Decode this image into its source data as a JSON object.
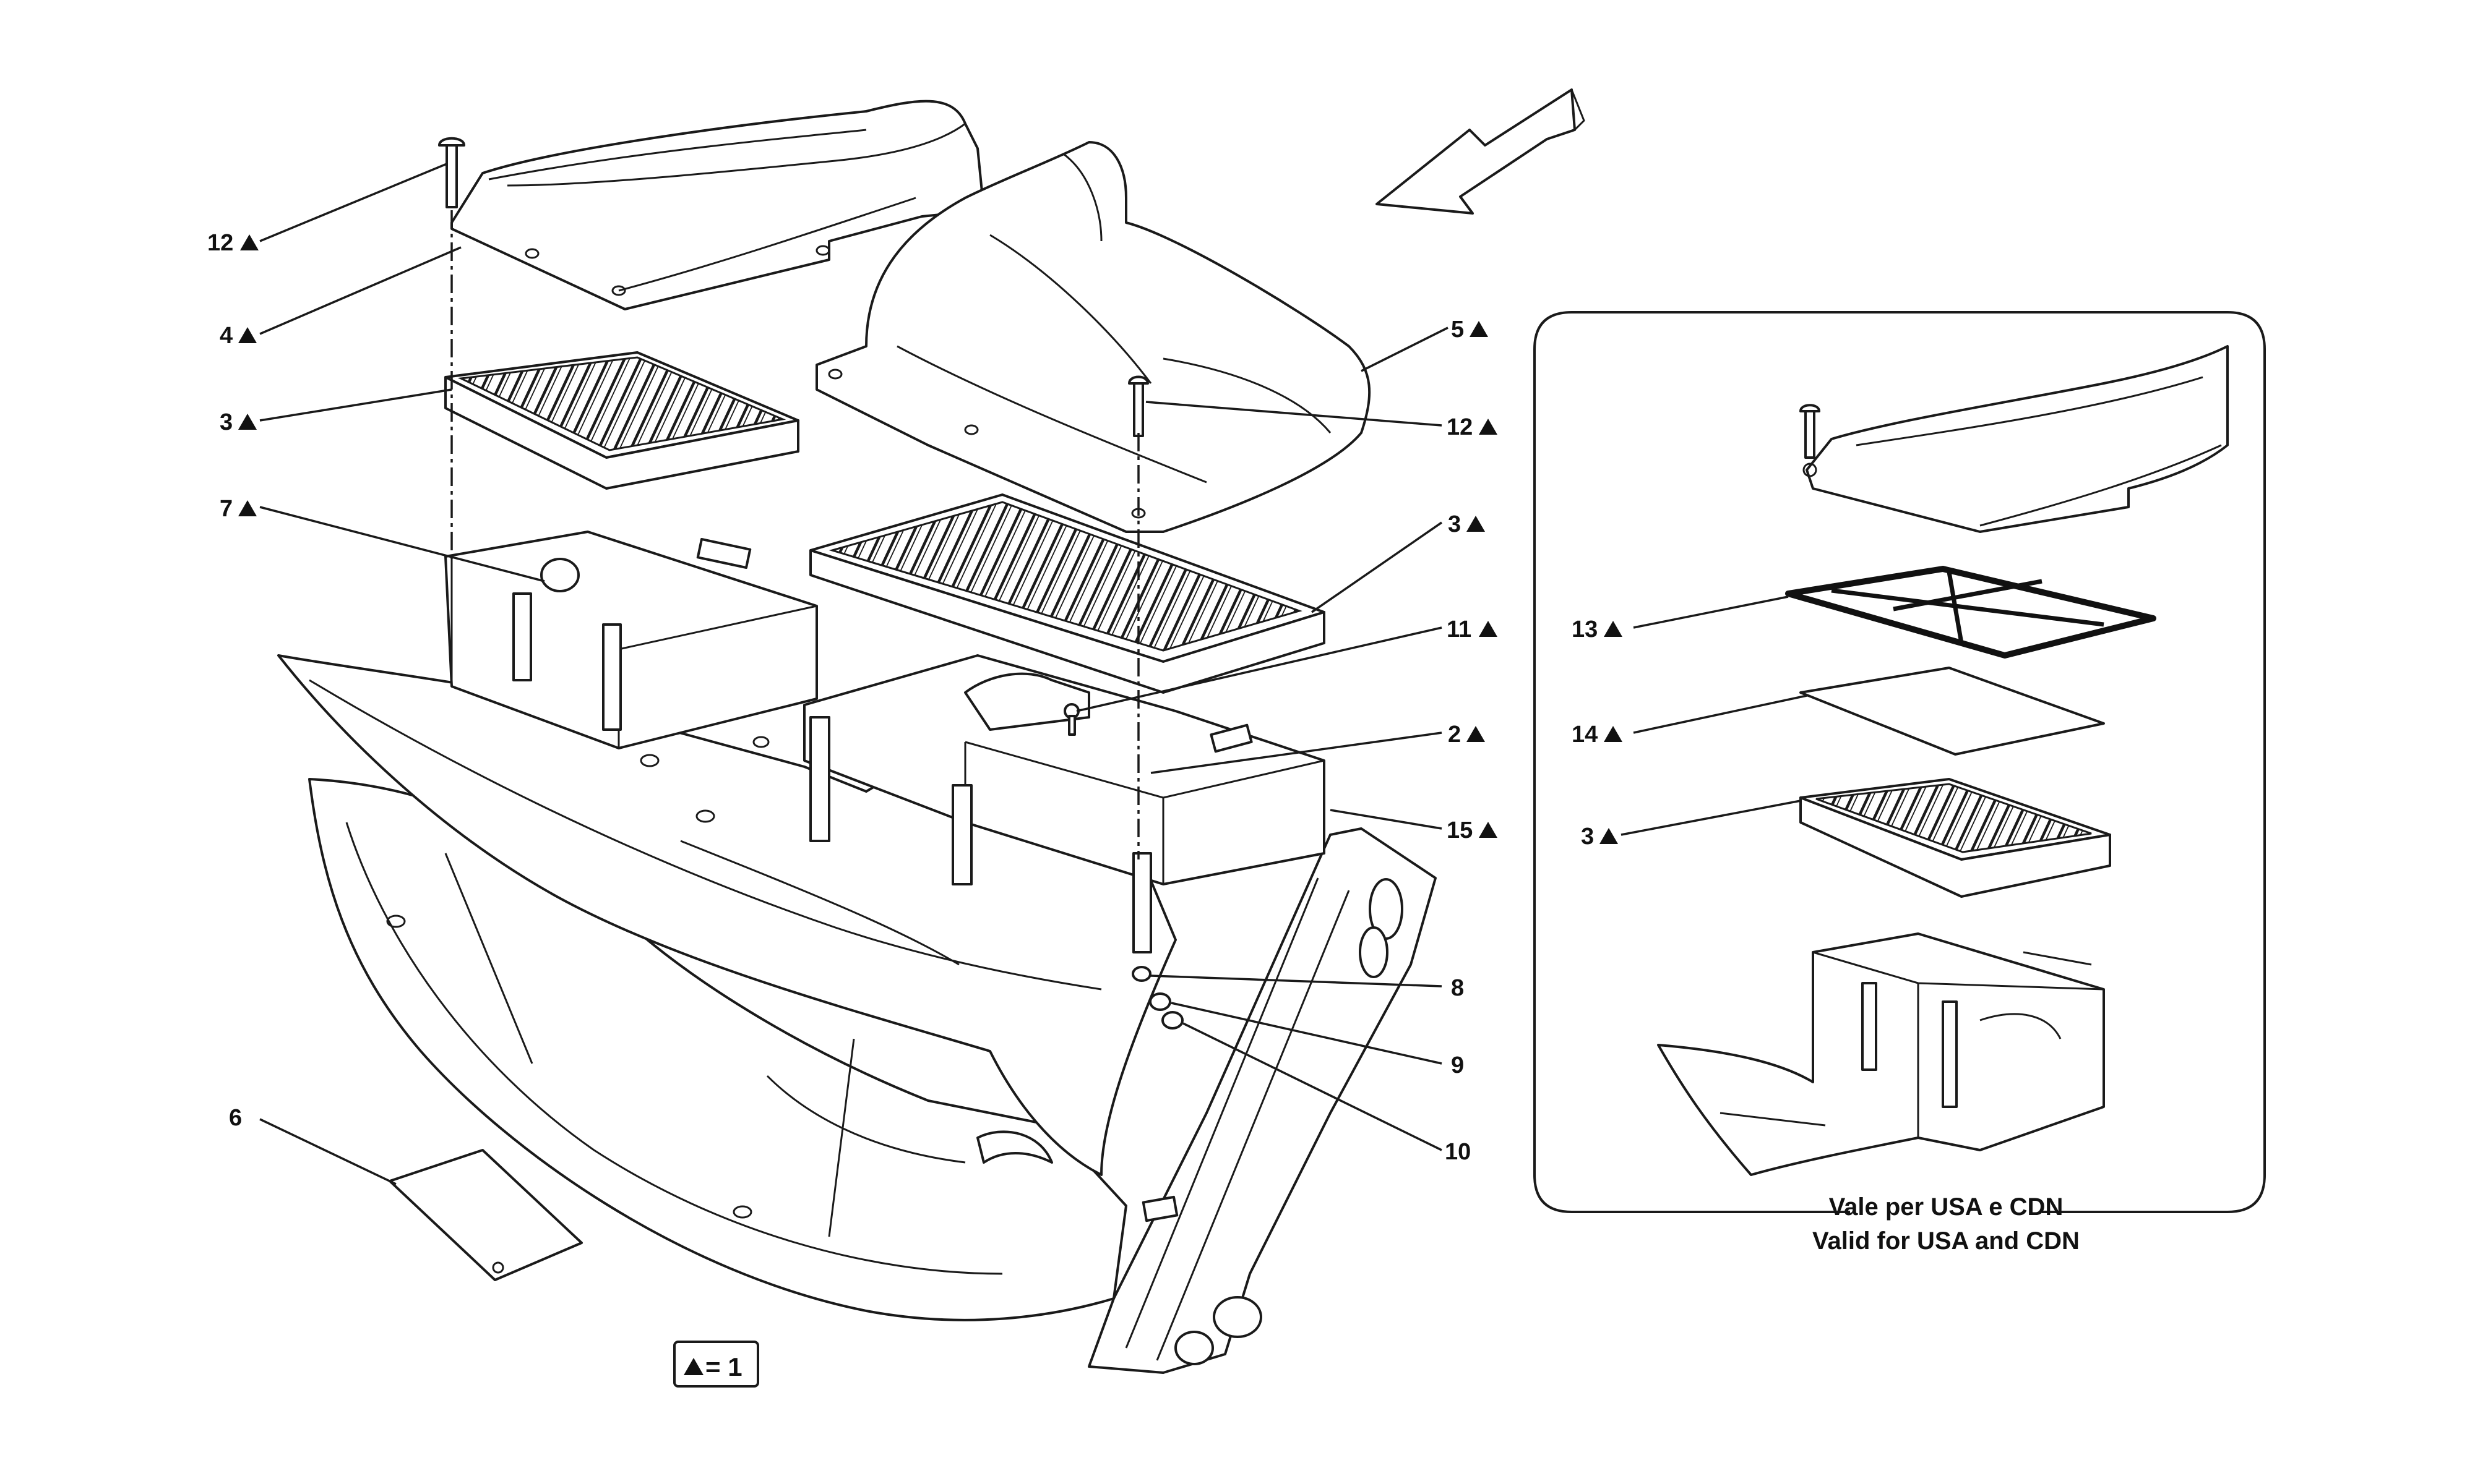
{
  "callouts": {
    "c12a": "12",
    "c4": "4",
    "c3a": "3",
    "c7": "7",
    "c5": "5",
    "c12b": "12",
    "c3b": "3",
    "c11": "11",
    "c2": "2",
    "c15": "15",
    "c8": "8",
    "c9": "9",
    "c10": "10",
    "c6": "6",
    "c13": "13",
    "c14": "14",
    "c3c": "3"
  },
  "inset": {
    "caption_line1": "Vale per USA e CDN",
    "caption_line2": "Valid for USA and CDN"
  },
  "legend": {
    "text": "= 1"
  },
  "icons": {
    "triangle": "triangle-marker-icon",
    "arrow": "direction-arrow-icon"
  }
}
